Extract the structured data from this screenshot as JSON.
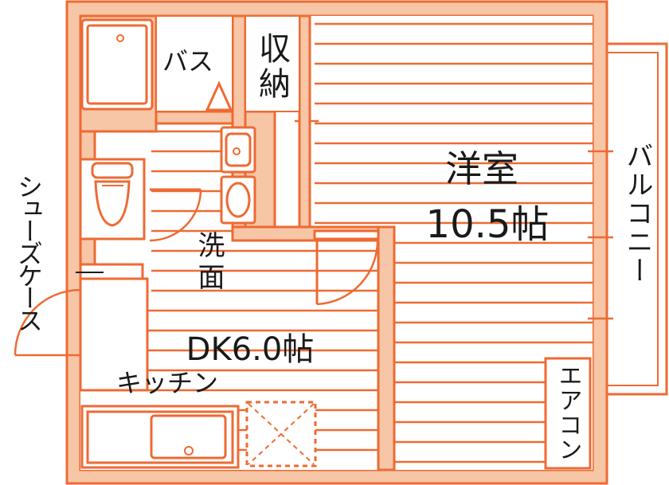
{
  "colors": {
    "line": "#ee6a33",
    "wall_fill": "#f6c6a6",
    "background": "#ffffff",
    "text": "#1a1a1a"
  },
  "rooms": {
    "western_room": {
      "name": "洋室",
      "size": "10.5帖"
    },
    "dining_kitchen": {
      "size": "DK6.0帖",
      "kitchen": "キッチン"
    },
    "bath": "バス",
    "storage": "収納",
    "washroom": "洗面",
    "shoe_case": "シューズケース",
    "balcony": "バルコニー",
    "air_conditioner": "エアコン"
  },
  "icons": [
    "bathtub-icon",
    "toilet-icon",
    "washbasin-icon",
    "washing-machine-icon",
    "kitchen-sink-icon",
    "stove-icon",
    "door-swing-icon"
  ]
}
